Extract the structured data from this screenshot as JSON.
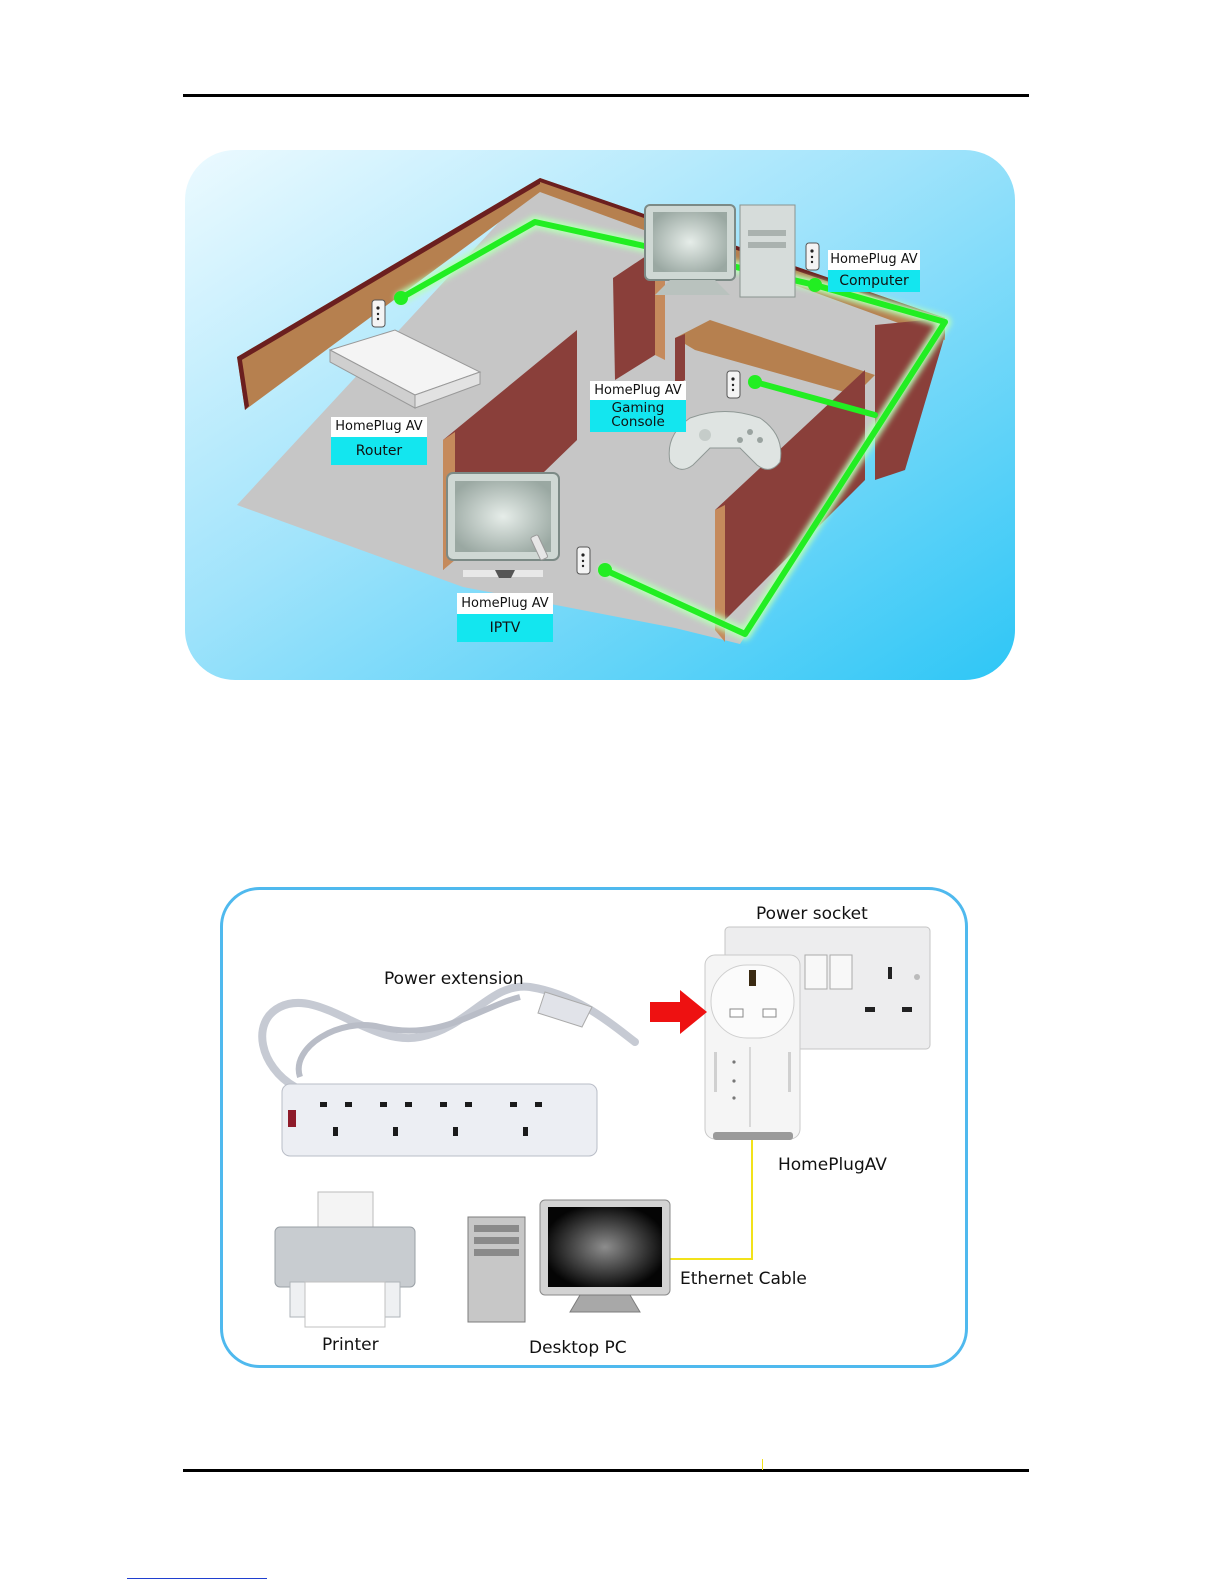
{
  "diagram1": {
    "nodes": [
      {
        "id": "router",
        "top": "HomePlug AV",
        "bottom": "Router"
      },
      {
        "id": "computer",
        "top": "HomePlug AV",
        "bottom": "Computer"
      },
      {
        "id": "console",
        "top": "HomePlug AV",
        "bottom": "Gaming Console"
      },
      {
        "id": "iptv",
        "top": "HomePlug AV",
        "bottom": "IPTV"
      }
    ],
    "colors": {
      "background": "#5fd2f5",
      "wire": "#22ee22",
      "wall": "#8a3f3a",
      "floor": "#c4c4c4",
      "label": "#13e6ef"
    }
  },
  "diagram2": {
    "labels": {
      "power_socket": "Power socket",
      "power_extension": "Power extension",
      "homeplugav": "HomePlugAV",
      "ethernet_cable": "Ethernet Cable",
      "printer": "Printer",
      "desktop_pc": "Desktop PC"
    },
    "colors": {
      "border": "#4fb9ee",
      "arrow": "#ee1111",
      "cable": "#f2e21a"
    }
  }
}
